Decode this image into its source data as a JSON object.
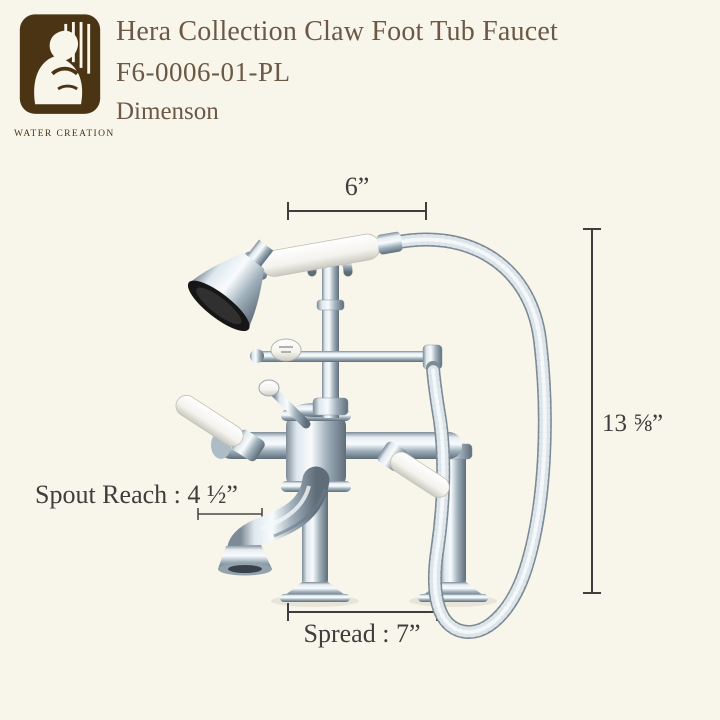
{
  "page": {
    "background": "#f8f5ea"
  },
  "brand": {
    "logo_caption": "WATER CREATION"
  },
  "header": {
    "title": "Hera Collection Claw Foot Tub Faucet",
    "model": "F6-0006-01-PL",
    "subtitle": "Dimenson"
  },
  "dimensions": {
    "top_width": "6”",
    "height": "13 ⅝”",
    "spout_reach": "Spout Reach : 4 ½”",
    "spread": "Spread : 7”"
  },
  "product": {
    "name": "claw foot tub faucet with hand shower",
    "finish_colors": {
      "chrome_highlight": "#f8fbfd",
      "chrome_mid": "#9fb0bb",
      "chrome_shadow": "#5f6d79",
      "porcelain": "#f4f3ee",
      "sprayer_rim": "#161616",
      "brand_brown": "#4a3414",
      "dimension_ink": "#3e3e3e"
    }
  }
}
